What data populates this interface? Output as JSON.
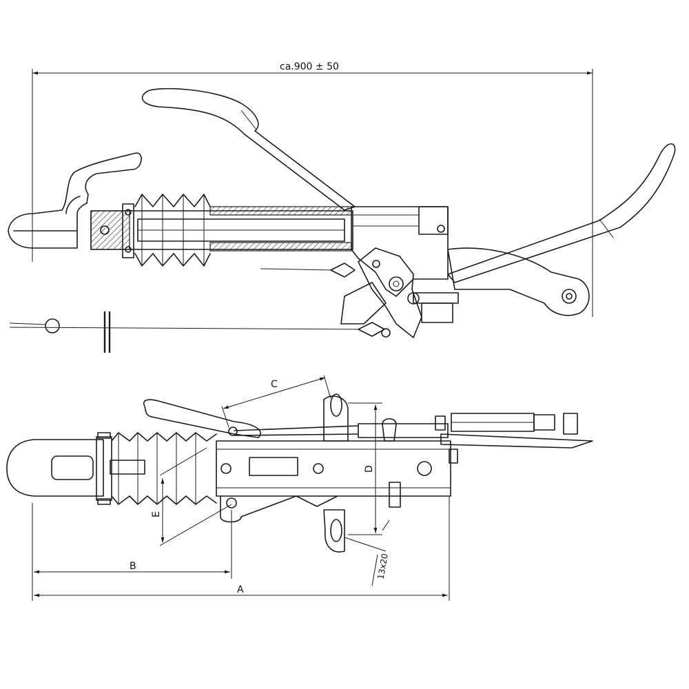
{
  "dimensions": {
    "overall_length": "ca.900 ± 50",
    "label_A": "A",
    "label_B": "B",
    "label_C": "C",
    "label_D": "D",
    "label_E": "E",
    "slot_size": "13x20"
  },
  "colors": {
    "line": "#1a1a1a",
    "background": "#ffffff"
  }
}
